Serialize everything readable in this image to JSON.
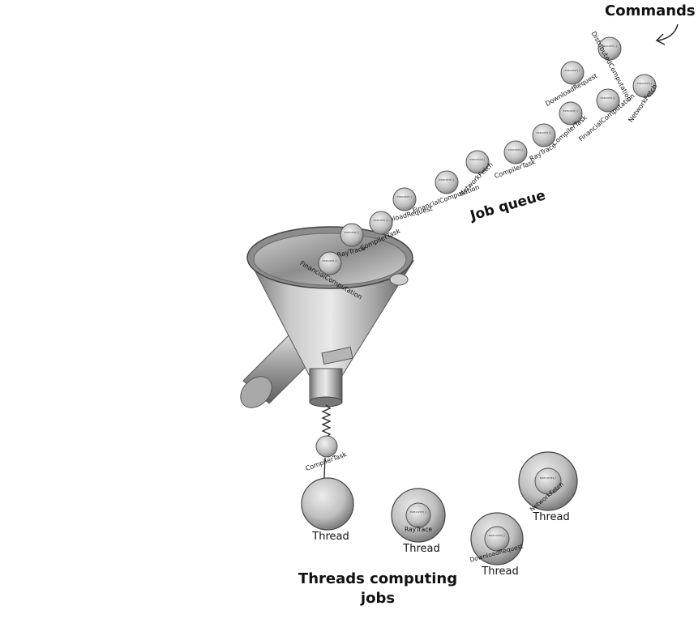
{
  "labels": {
    "commands": "Commands",
    "job_queue": "Job queue",
    "threads_title_line1": "Threads computing",
    "threads_title_line2": "jobs",
    "method": "execute()"
  },
  "queue": [
    {
      "name": "DistributedComputation"
    },
    {
      "name": "DownloadRequest"
    },
    {
      "name": "NetworkFetch"
    },
    {
      "name": "FinancialComputation"
    },
    {
      "name": "CompilerTask"
    },
    {
      "name": "RayTrace"
    },
    {
      "name": "CompilerTask"
    },
    {
      "name": "NetworkFetch"
    },
    {
      "name": "FinancialComputation"
    },
    {
      "name": "DownloadRequest"
    },
    {
      "name": "CompilerTask"
    },
    {
      "name": "RayTrace"
    },
    {
      "name": "FinancialComputation"
    }
  ],
  "dispensing_job": "CompilerTask",
  "threads": [
    {
      "label": "Thread",
      "job": ""
    },
    {
      "label": "Thread",
      "job": "RayTrace"
    },
    {
      "label": "Thread",
      "job": "DownloadRequest"
    },
    {
      "label": "Thread",
      "job": "NetworkFetch"
    }
  ]
}
